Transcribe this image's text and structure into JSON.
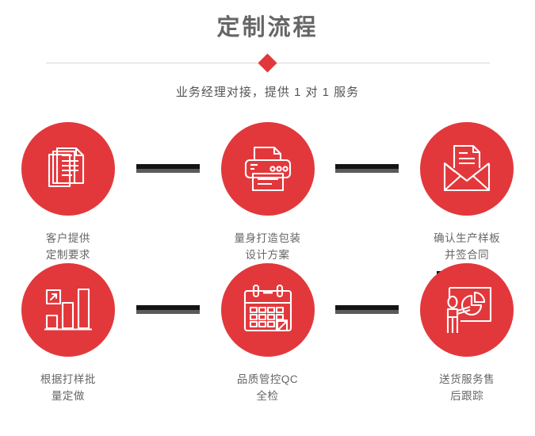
{
  "header": {
    "title": "定制流程",
    "subtitle": "业务经理对接，提供 1 对 1 服务",
    "divider_icon": "diamond-marker"
  },
  "theme": {
    "accent_red": "#e2383c",
    "title_gray": "#666666",
    "label_gray": "#666666",
    "connector_dark": "#141414",
    "connector_shadow": "#5b5b5b",
    "divider_line": "#d8d8d8",
    "background": "#ffffff"
  },
  "flow": {
    "rows": [
      {
        "steps": [
          {
            "index": "1",
            "icon": "documents-stack-icon",
            "label": "客户提供\n定制要求"
          },
          {
            "index": "2",
            "icon": "printer-icon",
            "label": "量身打造包装\n设计方案"
          },
          {
            "index": "3",
            "icon": "envelope-letter-icon",
            "label": "确认生产样板\n并签合同"
          }
        ],
        "connectors": [
          "arrow-bar-horizontal",
          "arrow-bar-horizontal"
        ]
      },
      {
        "steps": [
          {
            "index": "4",
            "icon": "bar-chart-growth-icon",
            "label": "根据打样批\n量定做"
          },
          {
            "index": "5",
            "icon": "calendar-icon",
            "label": "品质管控QC\n全检"
          },
          {
            "index": "6",
            "icon": "presenter-pie-chart-icon",
            "label": "送货服务售\n后跟踪"
          }
        ],
        "connectors": [
          "arrow-bar-horizontal",
          "arrow-bar-horizontal"
        ]
      }
    ],
    "vertical_connector": "arrow-bar-vertical"
  }
}
